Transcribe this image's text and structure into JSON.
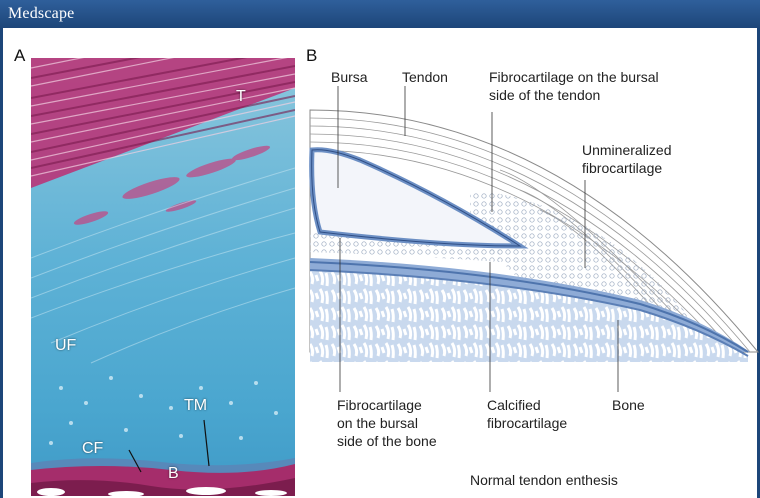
{
  "header": {
    "brand": "Medscape"
  },
  "panel_a": {
    "letter": "A",
    "labels": {
      "t": "T",
      "uf": "UF",
      "tm": "TM",
      "cf": "CF",
      "b": "B"
    }
  },
  "panel_b": {
    "letter": "B",
    "labels": {
      "bursa": "Bursa",
      "tendon": "Tendon",
      "fibro_bursal_tendon_1": "Fibrocartilage on the bursal",
      "fibro_bursal_tendon_2": "side of the tendon",
      "unmineralized_1": "Unmineralized",
      "unmineralized_2": "fibrocartilage",
      "fibro_bone_1": "Fibrocartilage",
      "fibro_bone_2": "on the bursal",
      "fibro_bone_3": "side of the bone",
      "calcified_1": "Calcified",
      "calcified_2": "fibrocartilage",
      "bone": "Bone"
    },
    "caption": "Normal tendon enthesis"
  },
  "colors": {
    "header": "#1d4679",
    "tendon_magenta": "#b0246a",
    "stain_blue": "#4fa9cf",
    "bone_blue": "#7fa4d6",
    "bursa_outline": "#6c8fc4"
  }
}
